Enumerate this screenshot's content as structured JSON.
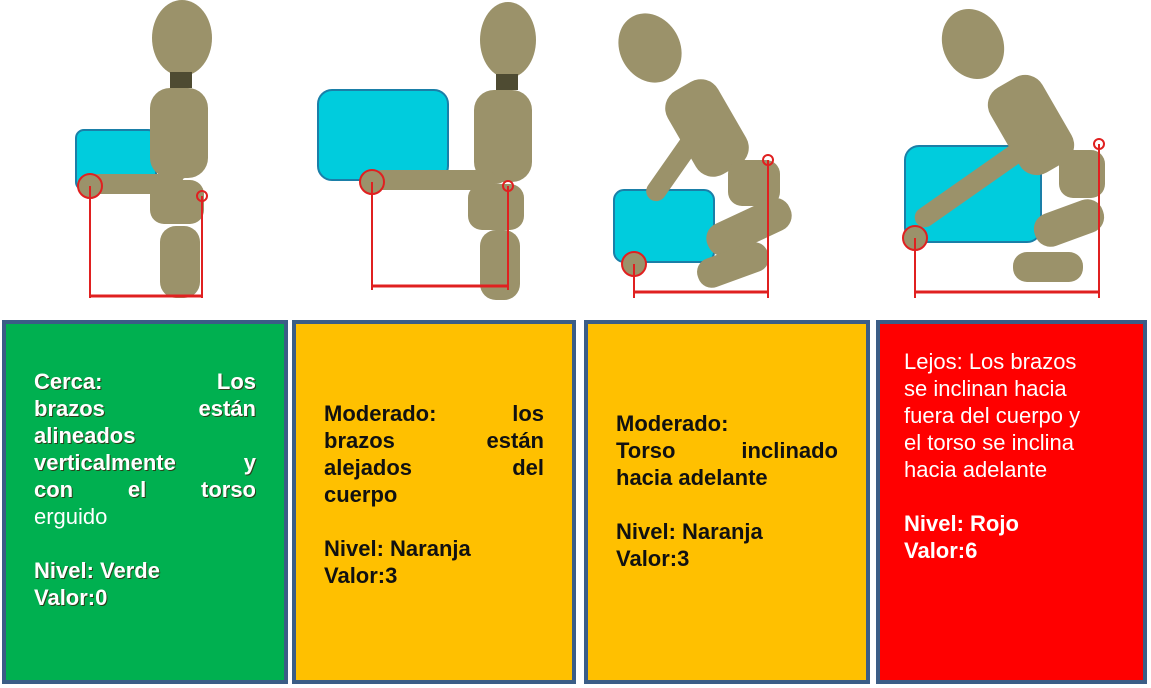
{
  "colors": {
    "green": "#00b050",
    "orange": "#ffc000",
    "red": "#ff0000",
    "border": "#3b5d86",
    "box": "#00ccdd",
    "figure": "#9b926a",
    "joint": "#4e4b32",
    "measure": "#e02020"
  },
  "cards": [
    {
      "description_lines": [
        "Cerca: Los",
        "brazos están",
        "alineados",
        "verticalmente y",
        "con el torso",
        "erguido"
      ],
      "level": "Nivel: Verde",
      "value": "Valor:0"
    },
    {
      "description_lines": [
        "Moderado: los",
        "brazos están",
        "alejados del",
        "cuerpo"
      ],
      "level": "Nivel: Naranja",
      "value": "Valor:3"
    },
    {
      "description_lines": [
        "Moderado:",
        "Torso inclinado",
        "hacia adelante"
      ],
      "level": "Nivel: Naranja",
      "value": "Valor:3"
    },
    {
      "description_lines": [
        "Lejos: Los brazos",
        "se inclinan hacia",
        "fuera del cuerpo y",
        "el torso se inclina",
        "hacia adelante"
      ],
      "level": "Nivel: Rojo",
      "value": "Valor:6"
    }
  ]
}
